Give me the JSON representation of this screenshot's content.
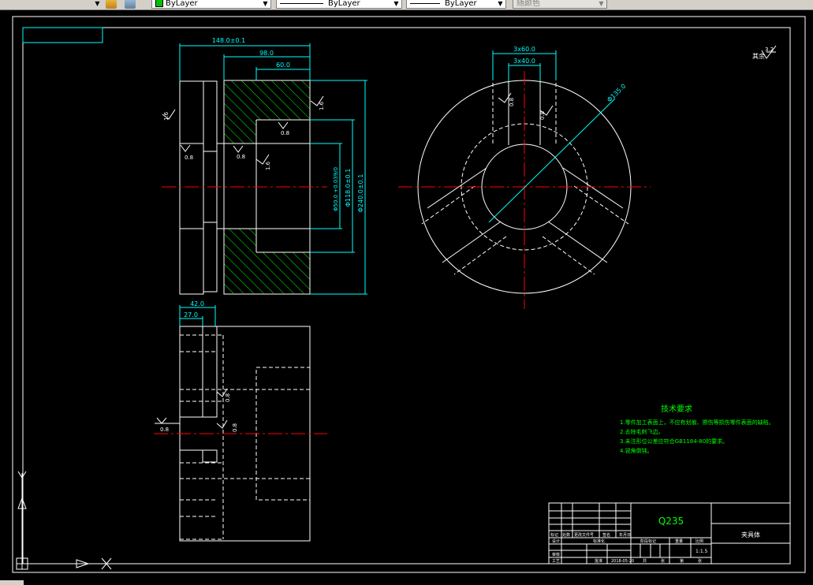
{
  "toolbar": {
    "color_label": "ByLayer",
    "linetype_label": "ByLayer",
    "lineweight_label": "ByLayer",
    "plotstyle_label": "随颜色",
    "color_swatch": "#00c000"
  },
  "colors": {
    "frame": "#ffffff",
    "dimension": "#00ffff",
    "centerline": "#ff0000",
    "hatch": "#00ff00",
    "hidden": "#ffffff",
    "notes": "#00ff00",
    "text": "#ffffff"
  },
  "dims": {
    "top_view": {
      "d_148": "148.0±0.1",
      "d_98": "98.0",
      "d_60": "60.0",
      "dia_50": "Φ50.0 +0.039/0",
      "dia_118": "Φ118.0±0.1",
      "dia_240": "Φ240.0±0.1",
      "rough_16": "1.6",
      "rough_08a": "0.8",
      "rough_08b": "0.8",
      "rough_08c": "0.8",
      "rough_16b": "1.6",
      "rough_16c": "1.6"
    },
    "bottom_view": {
      "d_42": "42.0",
      "d_27": "27.0",
      "rough_08a": "0.8",
      "rough_08b": "0.8",
      "rough_08c": "0.8"
    },
    "circle_view": {
      "slot_60": "3x60.0",
      "slot_40": "3x40.0",
      "dia_135": "Φ135.0",
      "rough_08a": "0.8",
      "rough_08b": "0.8"
    },
    "corner_rough": "3.2",
    "corner_rough_prefix": "其余"
  },
  "notes": {
    "title": "技术要求",
    "lines": [
      "1.零件加工表面上，不应有划痕、擦伤等损伤零件表面的缺陷。",
      "2.去除毛刺飞边。",
      "3.未注形位公差应符合GB1184-80的要求。",
      "4.锐角倒钝。"
    ]
  },
  "title_block": {
    "material": "Q235",
    "part_name": "夹具体",
    "row_labels": [
      "标记",
      "处数",
      "分区",
      "更改文件号",
      "签名",
      "年月日"
    ],
    "designer": "设计",
    "standardize": "标准化",
    "reviewer": "审核",
    "process": "工艺",
    "approve": "批准",
    "date": "2018-05-20",
    "stage": "阶段标记",
    "weight": "重量",
    "scale": "比例",
    "scale_value": "1:1.5",
    "sheet_total": "共",
    "sheet_label": "张",
    "sheet_no": "第",
    "sheet_no_label": "张"
  }
}
